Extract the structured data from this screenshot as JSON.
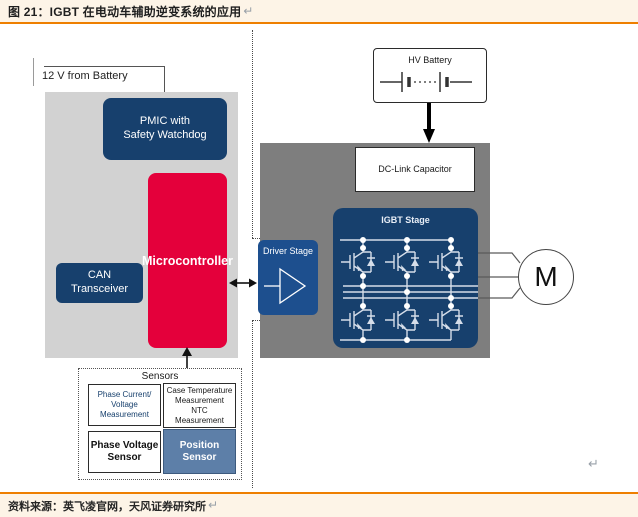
{
  "header": {
    "figure_title": "图 21：IGBT 在电动车辅助逆变系统的应用",
    "return_mark": "↵"
  },
  "footer": {
    "source_text": "资料来源：英飞凌官网，天风证券研究所",
    "return_mark": "↵"
  },
  "mid_return_mark": "↵",
  "colors": {
    "orange": "#ee7f00",
    "cream": "#fdf4e7",
    "navy": "#17406d",
    "driver": "#1d4f8e",
    "red": "#e4003b",
    "steel": "#5d7fa8",
    "graylight": "#d2d2d2",
    "graydark": "#7e7e7e",
    "line": "#d6deea"
  },
  "diagram": {
    "lv_label": "12 V from Battery",
    "pmic_label": "PMIC with\nSafety Watchdog",
    "mcu_label": "Microcontroller",
    "can_label": "CAN\nTransceiver",
    "sensors": {
      "title": "Sensors",
      "phase_current": "Phase Current/\nVoltage\nMeasurement",
      "case_temp": "Case Temperature\nMeasurement\nNTC\nMeasurement",
      "phase_voltage": "Phase Voltage\nSensor",
      "position": "Position\nSensor"
    },
    "hv_battery_label": "HV Battery",
    "dc_link_label": "DC-Link Capacitor",
    "igbt_stage_label": "IGBT Stage",
    "driver_stage_label": "Driver Stage",
    "motor_label": "M"
  }
}
